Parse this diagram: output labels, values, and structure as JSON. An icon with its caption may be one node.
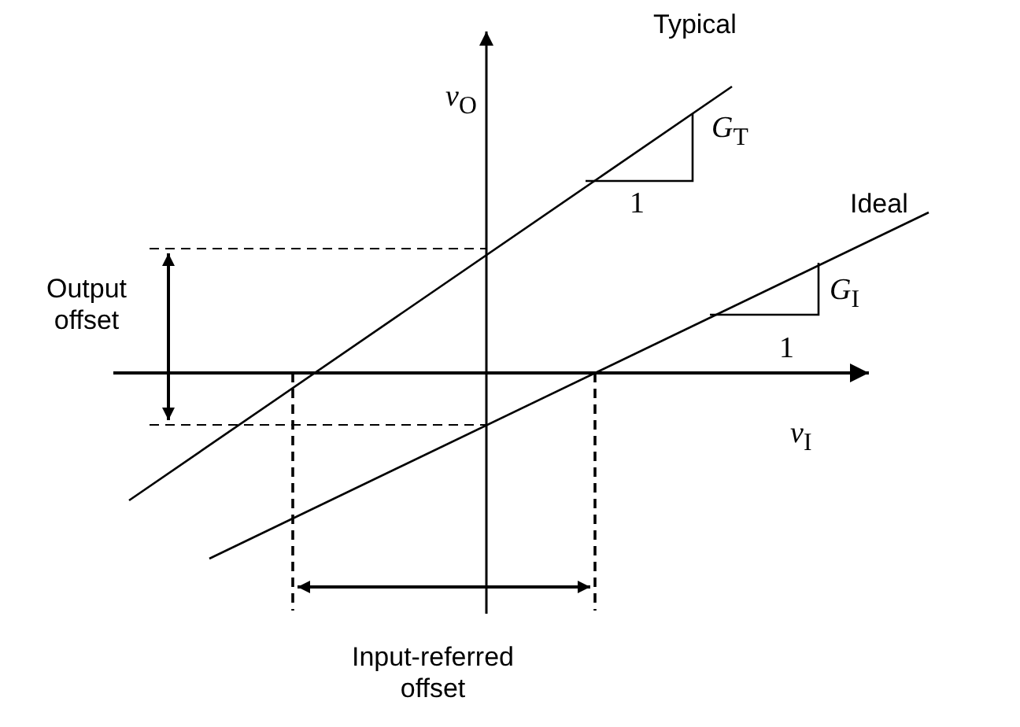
{
  "diagram": {
    "labels": [
      "Typical",
      "*v*$_{O}$",
      "*G*$_{T}$",
      "1",
      "Ideal",
      "*G*$_{I}$",
      "1",
      "Output offset",
      "*v*$_{I}$",
      "Input-referred offset"
    ]
  }
}
